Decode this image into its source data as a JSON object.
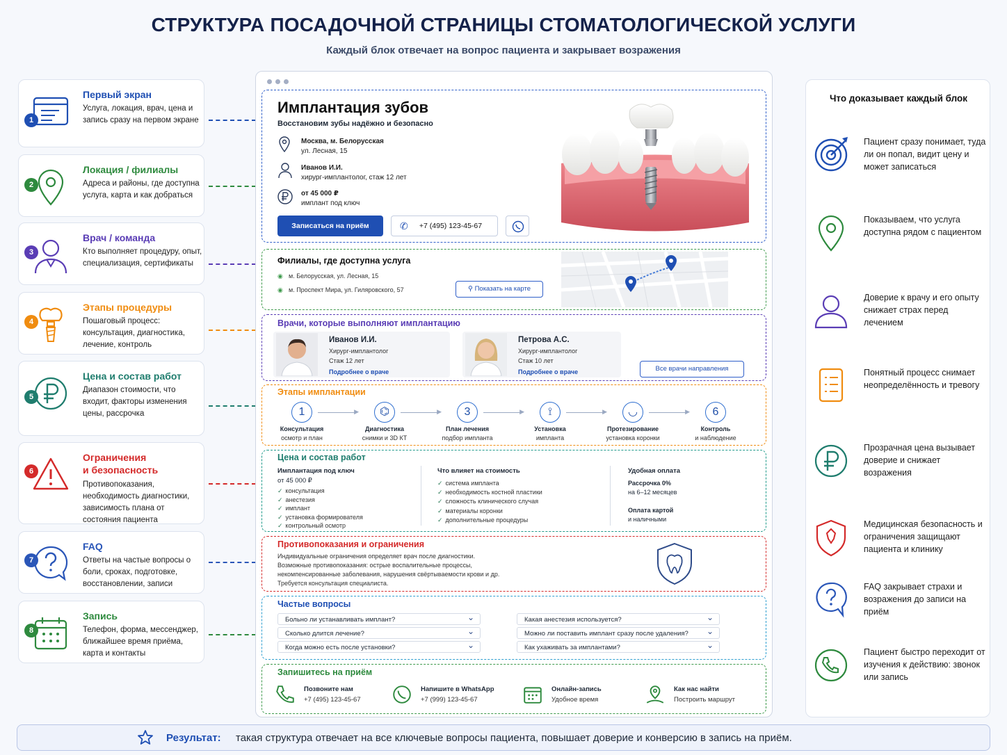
{
  "title": "СТРУКТУРА ПОСАДОЧНОЙ СТРАНИЦЫ СТОМАТОЛОГИЧЕСКОЙ УСЛУГИ",
  "subtitle": "Каждый блок отвечает на вопрос пациента и закрывает возражения",
  "left_cards": [
    {
      "num": "1",
      "title": "Первый экран",
      "desc": "Услуга, локация, врач, цена и запись сразу на первом экране",
      "color": "#1f4fb3",
      "icon": "browser-window-icon"
    },
    {
      "num": "2",
      "title": "Локация / филиалы",
      "desc": "Адреса и районы, где доступна услуга, карта и как добраться",
      "color": "#2e8a3e",
      "icon": "location-pin-icon"
    },
    {
      "num": "3",
      "title": "Врач / команда",
      "desc": "Кто выполняет процедуру, опыт, специализация, сертификаты",
      "color": "#5a3db5",
      "icon": "doctor-icon"
    },
    {
      "num": "4",
      "title": "Этапы процедуры",
      "desc": "Пошаговый процесс: консультация, диагностика, лечение, контроль",
      "color": "#f08c10",
      "icon": "tooth-implant-icon"
    },
    {
      "num": "5",
      "title": "Цена и состав работ",
      "desc": "Диапазон стоимости, что входит, факторы изменения цены, рассрочка",
      "color": "#1f7d6e",
      "icon": "ruble-icon"
    },
    {
      "num": "6",
      "title": "Ограничения\nи безопасность",
      "desc": "Противопоказания, необходимость диагностики, зависимость плана от состояния пациента",
      "color": "#d42a2a",
      "icon": "warning-icon"
    },
    {
      "num": "7",
      "title": "FAQ",
      "desc": "Ответы на частые вопросы о боли, сроках, подготовке, восстановлении, записи",
      "color": "#2a56b8",
      "icon": "question-bubble-icon"
    },
    {
      "num": "8",
      "title": "Запись",
      "desc": "Телефон, форма, мессенджер, ближайшее время приёма, карта и контакты",
      "color": "#2e8a3e",
      "icon": "calendar-icon"
    }
  ],
  "hero": {
    "title": "Имплантация зубов",
    "subtitle": "Восстановим зубы надёжно и безопасно",
    "addr1": "Москва, м. Белорусская",
    "addr2": "ул. Лесная, 15",
    "doc1": "Иванов И.И.",
    "doc2": "хирург-имплантолог, стаж 12 лет",
    "price1": "от 45 000 ₽",
    "price2": "имплант под ключ",
    "book": "Записаться на приём",
    "phone": "+7 (495) 123-45-67"
  },
  "branches": {
    "title": "Филиалы, где доступна услуга",
    "b1": "м. Белорусская, ул. Лесная, 15",
    "b2": "м. Проспект Мира, ул. Гиляровского, 57",
    "map_btn": "Показать на карте"
  },
  "doctors": {
    "title": "Врачи, которые выполняют имплантацию",
    "d1": {
      "name": "Иванов И.И.",
      "role": "Хирург-имплантолог",
      "exp": "Стаж 12 лет",
      "link": "Подробнее о враче"
    },
    "d2": {
      "name": "Петрова А.С.",
      "role": "Хирург-имплантолог",
      "exp": "Стаж 10 лет",
      "link": "Подробнее о враче"
    },
    "all": "Все врачи направления"
  },
  "steps": {
    "title": "Этапы имплантации",
    "items": [
      {
        "n": "1",
        "t": "Консультация",
        "d": "осмотр и план"
      },
      {
        "n": "",
        "t": "Диагностика",
        "d": "снимки и 3D КТ"
      },
      {
        "n": "3",
        "t": "План лечения",
        "d": "подбор импланта"
      },
      {
        "n": "",
        "t": "Установка",
        "d": "импланта"
      },
      {
        "n": "",
        "t": "Протезирование",
        "d": "установка коронки"
      },
      {
        "n": "6",
        "t": "Контроль",
        "d": "и наблюдение"
      }
    ]
  },
  "pricing": {
    "title": "Цена и состав работ",
    "c1_title": "Имплантация под ключ",
    "c1_price": "от 45 000 ₽",
    "c1_items": [
      "консультация",
      "анестезия",
      "имплант",
      "установка формирователя",
      "контрольный осмотр"
    ],
    "c2_title": "Что влияет на стоимость",
    "c2_items": [
      "система импланта",
      "необходимость костной пластики",
      "сложность клинического случая",
      "материалы коронки",
      "дополнительные процедуры"
    ],
    "c3_title": "Удобная оплата",
    "c3_a": "Рассрочка 0%",
    "c3_b": "на 6–12 месяцев",
    "c3_c": "Оплата картой",
    "c3_d": "и наличными"
  },
  "contra": {
    "title": "Противопоказания и ограничения",
    "l1": "Индивидуальные ограничения определяет врач после диагностики.",
    "l2": "Возможные противопоказания: острые воспалительные процессы,",
    "l3": "некомпенсированные заболевания, нарушения свёртываемости крови и др.",
    "l4": "Требуется консультация специалиста."
  },
  "faq": {
    "title": "Частые вопросы",
    "q": [
      "Больно ли устанавливать имплант?",
      "Сколько длится лечение?",
      "Когда можно есть после установки?",
      "Какая анестезия используется?",
      "Можно ли поставить имплант сразу после удаления?",
      "Как ухаживать за имплантами?"
    ]
  },
  "booking": {
    "title": "Запишитесь на приём",
    "items": [
      {
        "t": "Позвоните нам",
        "d": "+7 (495) 123-45-67"
      },
      {
        "t": "Напишите в WhatsApp",
        "d": "+7 (999) 123-45-67"
      },
      {
        "t": "Онлайн-запись",
        "d": "Удобное время"
      },
      {
        "t": "Как нас найти",
        "d": "Построить маршрут"
      }
    ]
  },
  "right": {
    "title": "Что доказывает каждый блок",
    "items": [
      "Пациент сразу понимает, туда ли он попал, видит цену и может записаться",
      "Показываем, что услуга доступна рядом с пациентом",
      "Доверие к врачу и его опыту снижает страх перед лечением",
      "Понятный процесс снимает неопределённость и тревогу",
      "Прозрачная цена вызывает доверие и снижает возражения",
      "Медицинская безопасность и ограничения защищают пациента и клинику",
      "FAQ закрывает страхи и возражения до записи на приём",
      "Пациент быстро переходит от изучения к действию: звонок или запись"
    ]
  },
  "footer": {
    "label": "Результат:",
    "text": "такая структура отвечает на все ключевые вопросы пациента, повышает доверие и конверсию в запись на приём."
  }
}
